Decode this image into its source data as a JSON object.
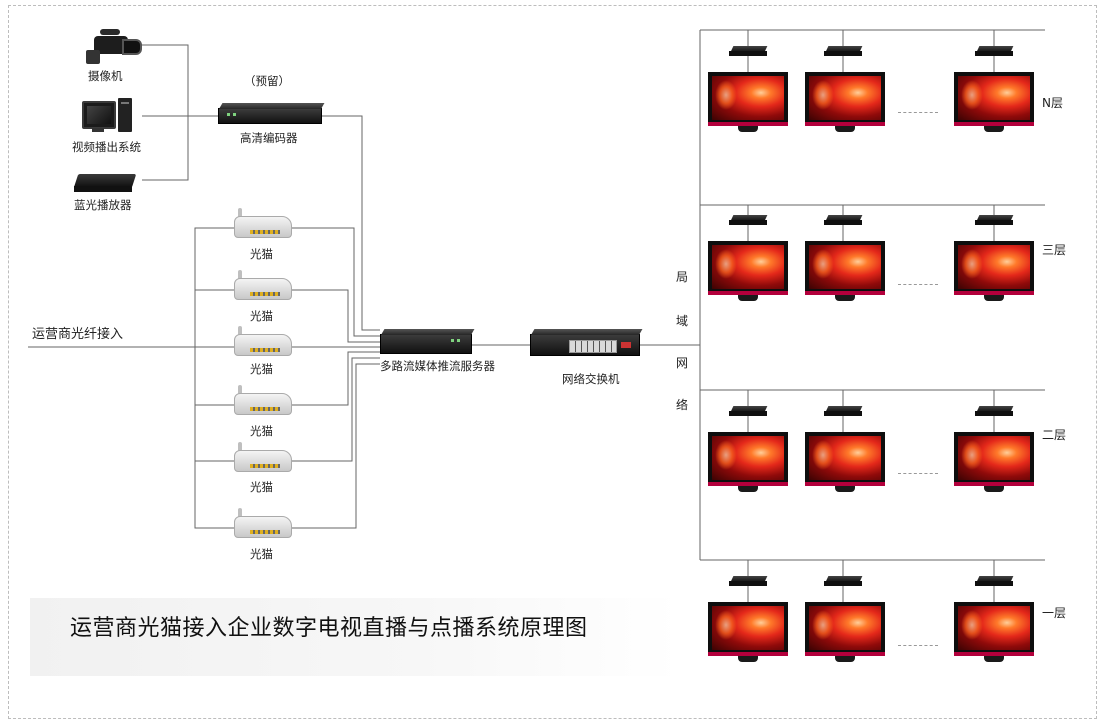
{
  "diagram": {
    "title": "运营商光猫接入企业数字电视直播与点播系统原理图",
    "sources": {
      "camera": "摄像机",
      "video_playout": "视频播出系统",
      "bluray": "蓝光播放器"
    },
    "encoder": {
      "note": "（预留）",
      "label": "高清编码器"
    },
    "fiber_label": "运营商光纤接入",
    "modem_label": "光猫",
    "modems": [
      "光猫",
      "光猫",
      "光猫",
      "光猫",
      "光猫",
      "光猫"
    ],
    "server_label": "多路流媒体推流服务器",
    "switch_label": "网络交换机",
    "lan_label": [
      "局",
      "域",
      "网",
      "络"
    ],
    "floors": [
      "N层",
      "三层",
      "二层",
      "一层"
    ]
  }
}
